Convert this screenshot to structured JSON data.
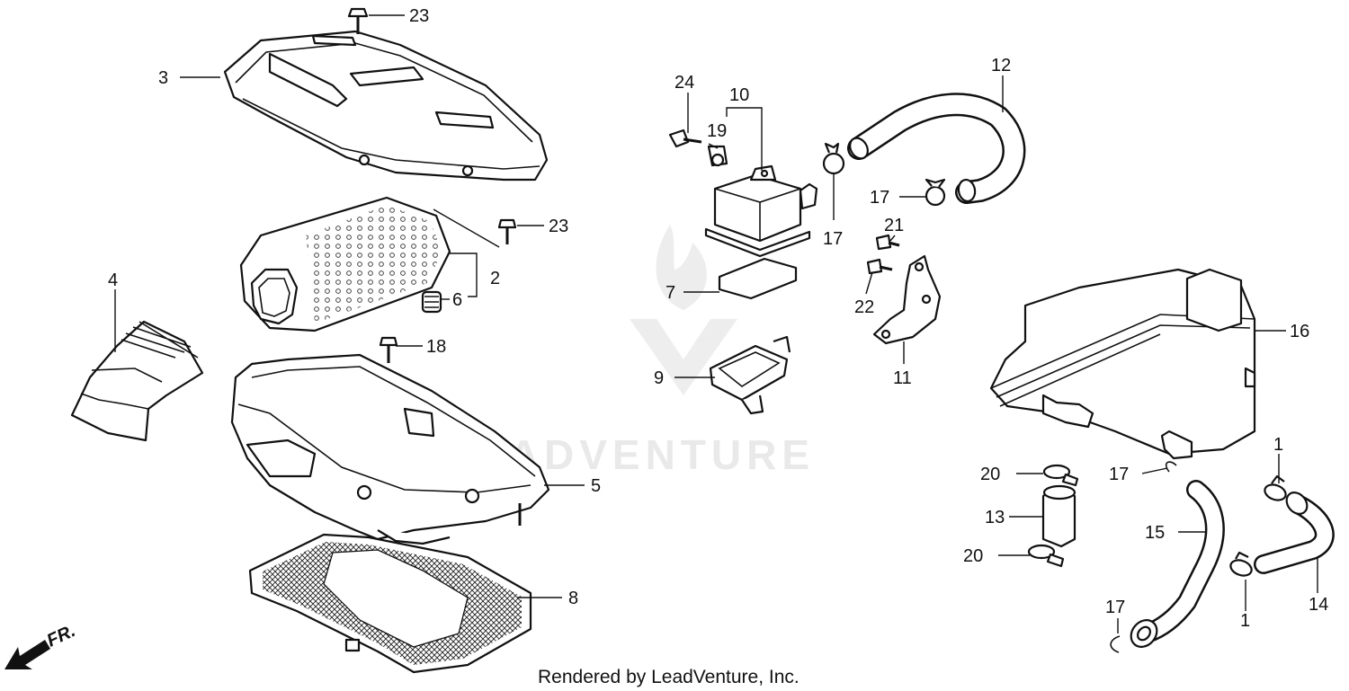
{
  "watermark": "LEADVENTURE",
  "footer": "Rendered by LeadVenture, Inc.",
  "direction_label": "FR.",
  "callouts": [
    {
      "id": "23a",
      "text": "23"
    },
    {
      "id": "3",
      "text": "3"
    },
    {
      "id": "23b",
      "text": "23"
    },
    {
      "id": "2",
      "text": "2"
    },
    {
      "id": "6",
      "text": "6"
    },
    {
      "id": "4",
      "text": "4"
    },
    {
      "id": "18",
      "text": "18"
    },
    {
      "id": "5",
      "text": "5"
    },
    {
      "id": "8",
      "text": "8"
    },
    {
      "id": "24",
      "text": "24"
    },
    {
      "id": "10",
      "text": "10"
    },
    {
      "id": "19",
      "text": "19"
    },
    {
      "id": "7",
      "text": "7"
    },
    {
      "id": "9",
      "text": "9"
    },
    {
      "id": "12",
      "text": "12"
    },
    {
      "id": "17a",
      "text": "17"
    },
    {
      "id": "17b",
      "text": "17"
    },
    {
      "id": "21",
      "text": "21"
    },
    {
      "id": "22",
      "text": "22"
    },
    {
      "id": "11",
      "text": "11"
    },
    {
      "id": "16",
      "text": "16"
    },
    {
      "id": "20a",
      "text": "20"
    },
    {
      "id": "13",
      "text": "13"
    },
    {
      "id": "20b",
      "text": "20"
    },
    {
      "id": "17c",
      "text": "17"
    },
    {
      "id": "15",
      "text": "15"
    },
    {
      "id": "17d",
      "text": "17"
    },
    {
      "id": "1a",
      "text": "1"
    },
    {
      "id": "14",
      "text": "14"
    },
    {
      "id": "1b",
      "text": "1"
    }
  ]
}
